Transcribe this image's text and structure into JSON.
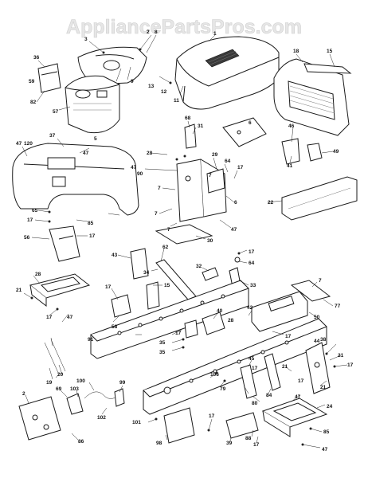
{
  "watermark": "AppliancePartsPros.com",
  "part_labels": [
    "3",
    "2",
    "1",
    "8",
    "9",
    "13",
    "12",
    "11",
    "36",
    "59",
    "82",
    "57",
    "5",
    "18",
    "15",
    "47",
    "120",
    "37",
    "47",
    "68",
    "31",
    "28",
    "6",
    "47",
    "90",
    "29",
    "64",
    "17",
    "7",
    "46",
    "41",
    "49",
    "7",
    "7",
    "7",
    "6",
    "85",
    "22",
    "65",
    "17",
    "56",
    "17",
    "30",
    "47",
    "43",
    "62",
    "17",
    "34",
    "64",
    "32",
    "33",
    "28",
    "21",
    "47",
    "17",
    "7",
    "77",
    "17",
    "15",
    "58",
    "40",
    "42",
    "50",
    "91",
    "35",
    "35",
    "28",
    "17",
    "17",
    "44",
    "21",
    "17",
    "38",
    "45",
    "106",
    "79",
    "21",
    "17",
    "20",
    "19",
    "100",
    "99",
    "102",
    "101",
    "98",
    "39",
    "2",
    "69",
    "103",
    "86",
    "17",
    "80",
    "84",
    "24",
    "21",
    "47",
    "85",
    "17",
    "88",
    "47",
    "17"
  ]
}
